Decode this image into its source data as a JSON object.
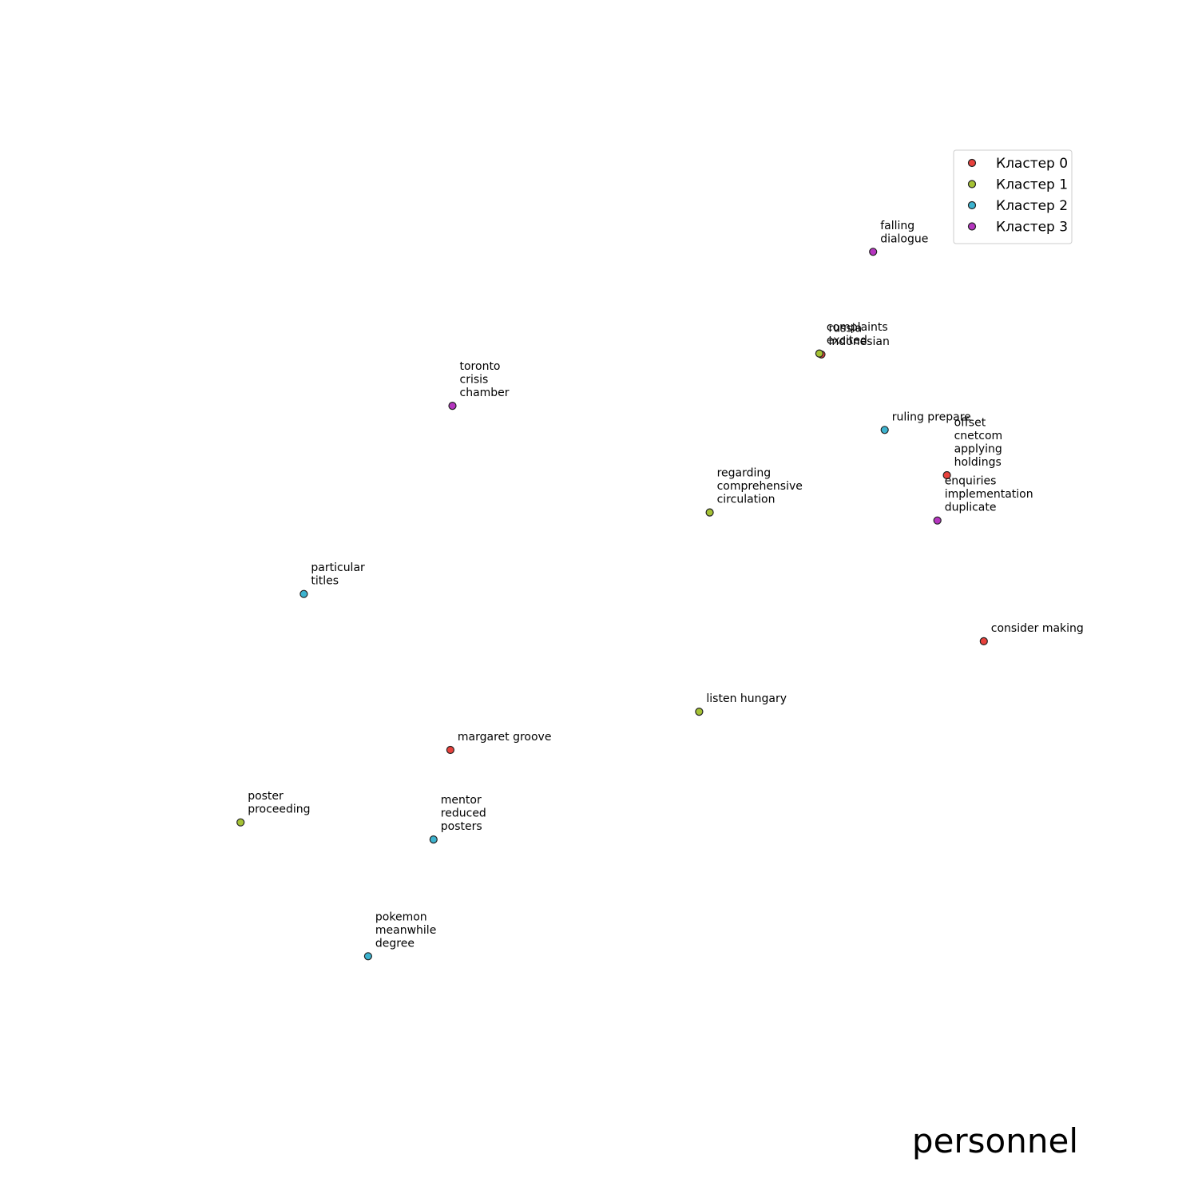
{
  "chart_data": {
    "type": "scatter",
    "title": "",
    "xlabel": "",
    "ylabel": "",
    "xlim": [
      0,
      100
    ],
    "ylim": [
      0,
      100
    ],
    "axes_visible": false,
    "grid": false,
    "legend_position": "upper-right",
    "annotation": "personnel",
    "series": [
      {
        "name": "Кластер 0",
        "color": "#e8413c",
        "points": [
          {
            "x": 71.1,
            "y": 74.3,
            "label": "russia\nindonesian"
          },
          {
            "x": 83.0,
            "y": 62.3,
            "label": "offset\ncnetcom\napplying\nholdings"
          },
          {
            "x": 86.5,
            "y": 45.8,
            "label": "consider making"
          },
          {
            "x": 35.9,
            "y": 35.0,
            "label": "margaret groove"
          }
        ]
      },
      {
        "name": "Кластер 1",
        "color": "#a5c234",
        "points": [
          {
            "x": 70.9,
            "y": 74.4,
            "label": "complaints\nexcited"
          },
          {
            "x": 60.5,
            "y": 58.6,
            "label": "regarding\ncomprehensive\ncirculation"
          },
          {
            "x": 59.5,
            "y": 38.8,
            "label": "listen hungary"
          },
          {
            "x": 16.0,
            "y": 27.8,
            "label": "poster\nproceeding"
          }
        ]
      },
      {
        "name": "Кластер 2",
        "color": "#3cb3cf",
        "points": [
          {
            "x": 77.1,
            "y": 66.8,
            "label": "ruling prepare"
          },
          {
            "x": 22.0,
            "y": 50.5,
            "label": "particular\ntitles"
          },
          {
            "x": 34.3,
            "y": 26.1,
            "label": "mentor\nreduced\nposters"
          },
          {
            "x": 28.1,
            "y": 14.5,
            "label": "pokemon\nmeanwhile\ndegree"
          }
        ]
      },
      {
        "name": "Кластер 3",
        "color": "#b535bf",
        "points": [
          {
            "x": 76.0,
            "y": 84.5,
            "label": "falling\ndialogue"
          },
          {
            "x": 36.1,
            "y": 69.2,
            "label": "toronto\ncrisis\nchamber"
          },
          {
            "x": 82.1,
            "y": 57.8,
            "label": "enquiries\nimplementation\nduplicate"
          }
        ]
      }
    ]
  }
}
